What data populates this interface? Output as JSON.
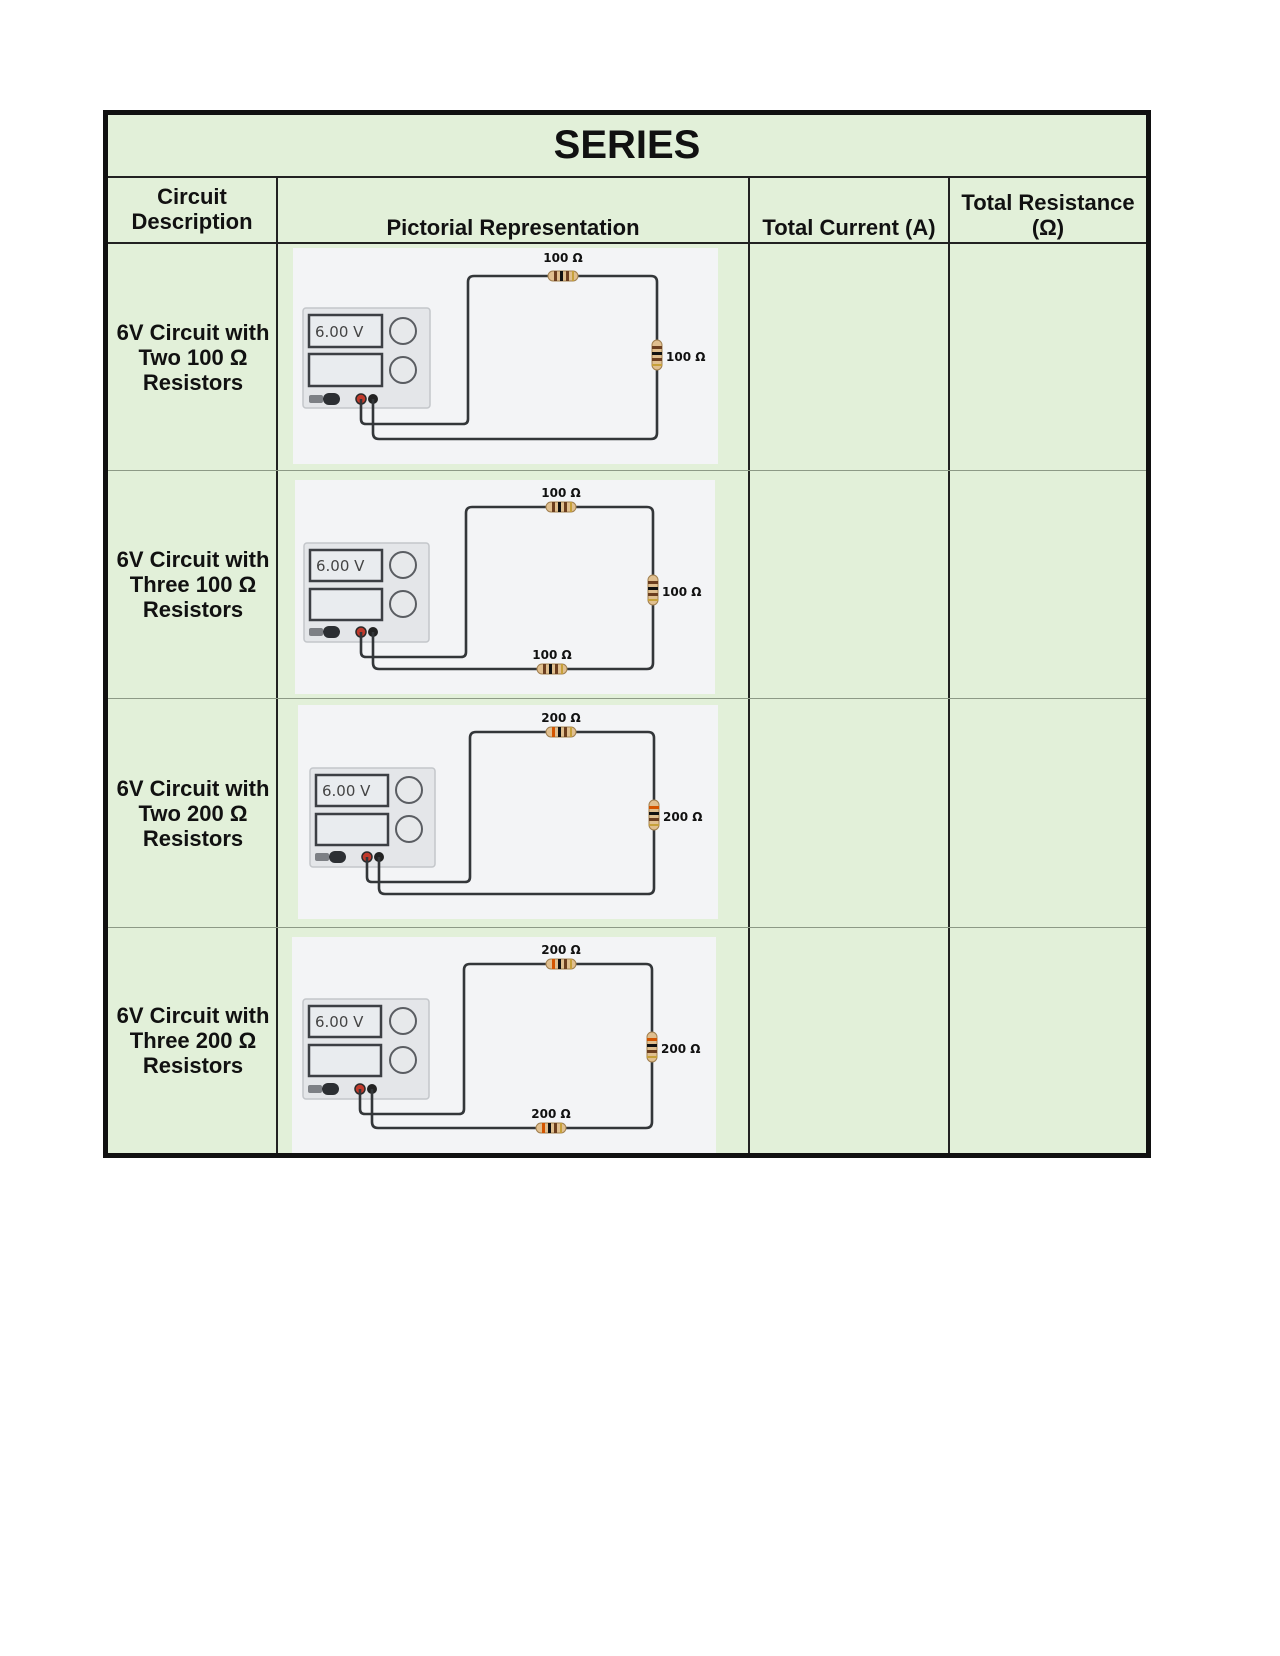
{
  "table": {
    "title": "SERIES",
    "headers": {
      "description": "Circuit Description",
      "pictorial": "Pictorial Representation",
      "current": "Total Current (A)",
      "resistance": "Total Resistance (Ω)"
    },
    "rows": [
      {
        "description": "6V Circuit with Two 100 Ω Resistors",
        "voltage": "6.00 V",
        "resistors": [
          "100 Ω",
          "100 Ω"
        ],
        "total_current": "",
        "total_resistance": ""
      },
      {
        "description": "6V Circuit with Three 100 Ω Resistors",
        "voltage": "6.00 V",
        "resistors": [
          "100 Ω",
          "100 Ω",
          "100 Ω"
        ],
        "total_current": "",
        "total_resistance": ""
      },
      {
        "description": "6V Circuit with Two 200 Ω Resistors",
        "voltage": "6.00 V",
        "resistors": [
          "200 Ω",
          "200 Ω"
        ],
        "total_current": "",
        "total_resistance": ""
      },
      {
        "description": "6V Circuit with Three 200 Ω Resistors",
        "voltage": "6.00 V",
        "resistors": [
          "200 Ω",
          "200 Ω",
          "200 Ω"
        ],
        "total_current": "",
        "total_resistance": ""
      }
    ]
  }
}
